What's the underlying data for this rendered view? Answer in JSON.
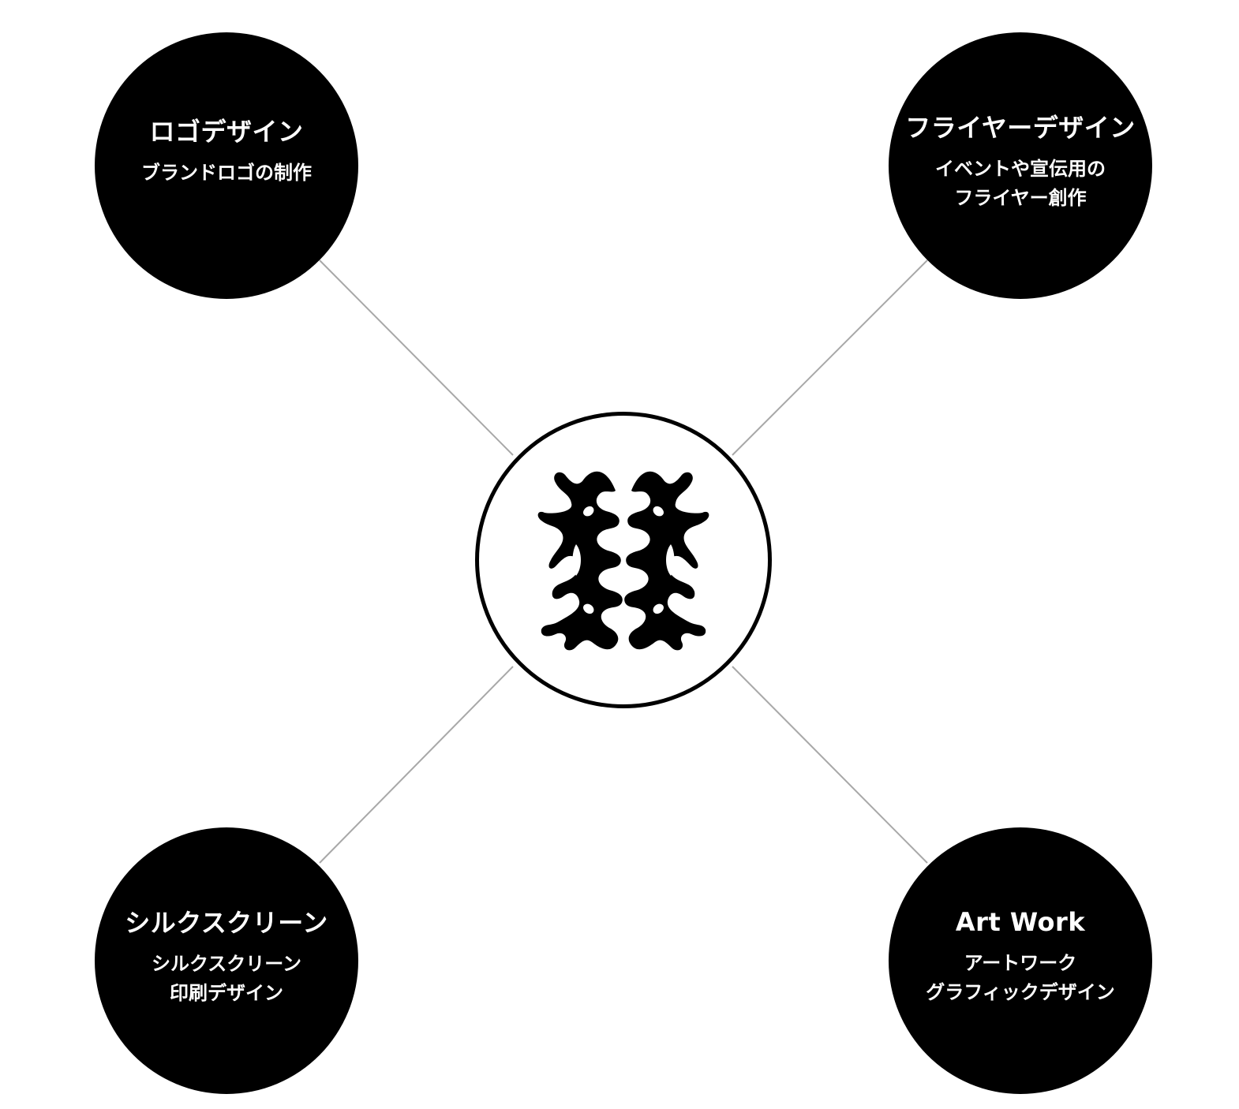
{
  "diagram": {
    "center": {
      "icon": "ink-blot-symmetric-logo"
    },
    "nodes": [
      {
        "id": "logo-design",
        "title": "ロゴデザイン",
        "subtitle_lines": [
          "ブランドロゴの制作"
        ]
      },
      {
        "id": "flyer-design",
        "title": "フライヤーデザイン",
        "subtitle_lines": [
          "イベントや宣伝用の",
          "フライヤー創作"
        ]
      },
      {
        "id": "silkscreen",
        "title": "シルクスクリーン",
        "subtitle_lines": [
          "シルクスクリーン",
          "印刷デザイン"
        ]
      },
      {
        "id": "art-work",
        "title": "Art Work",
        "subtitle_lines": [
          "アートワーク",
          "グラフィックデザイン"
        ]
      }
    ],
    "colors": {
      "node_fill": "#000000",
      "node_text": "#ffffff",
      "connector": "#a8a8a8",
      "background": "#ffffff"
    }
  }
}
